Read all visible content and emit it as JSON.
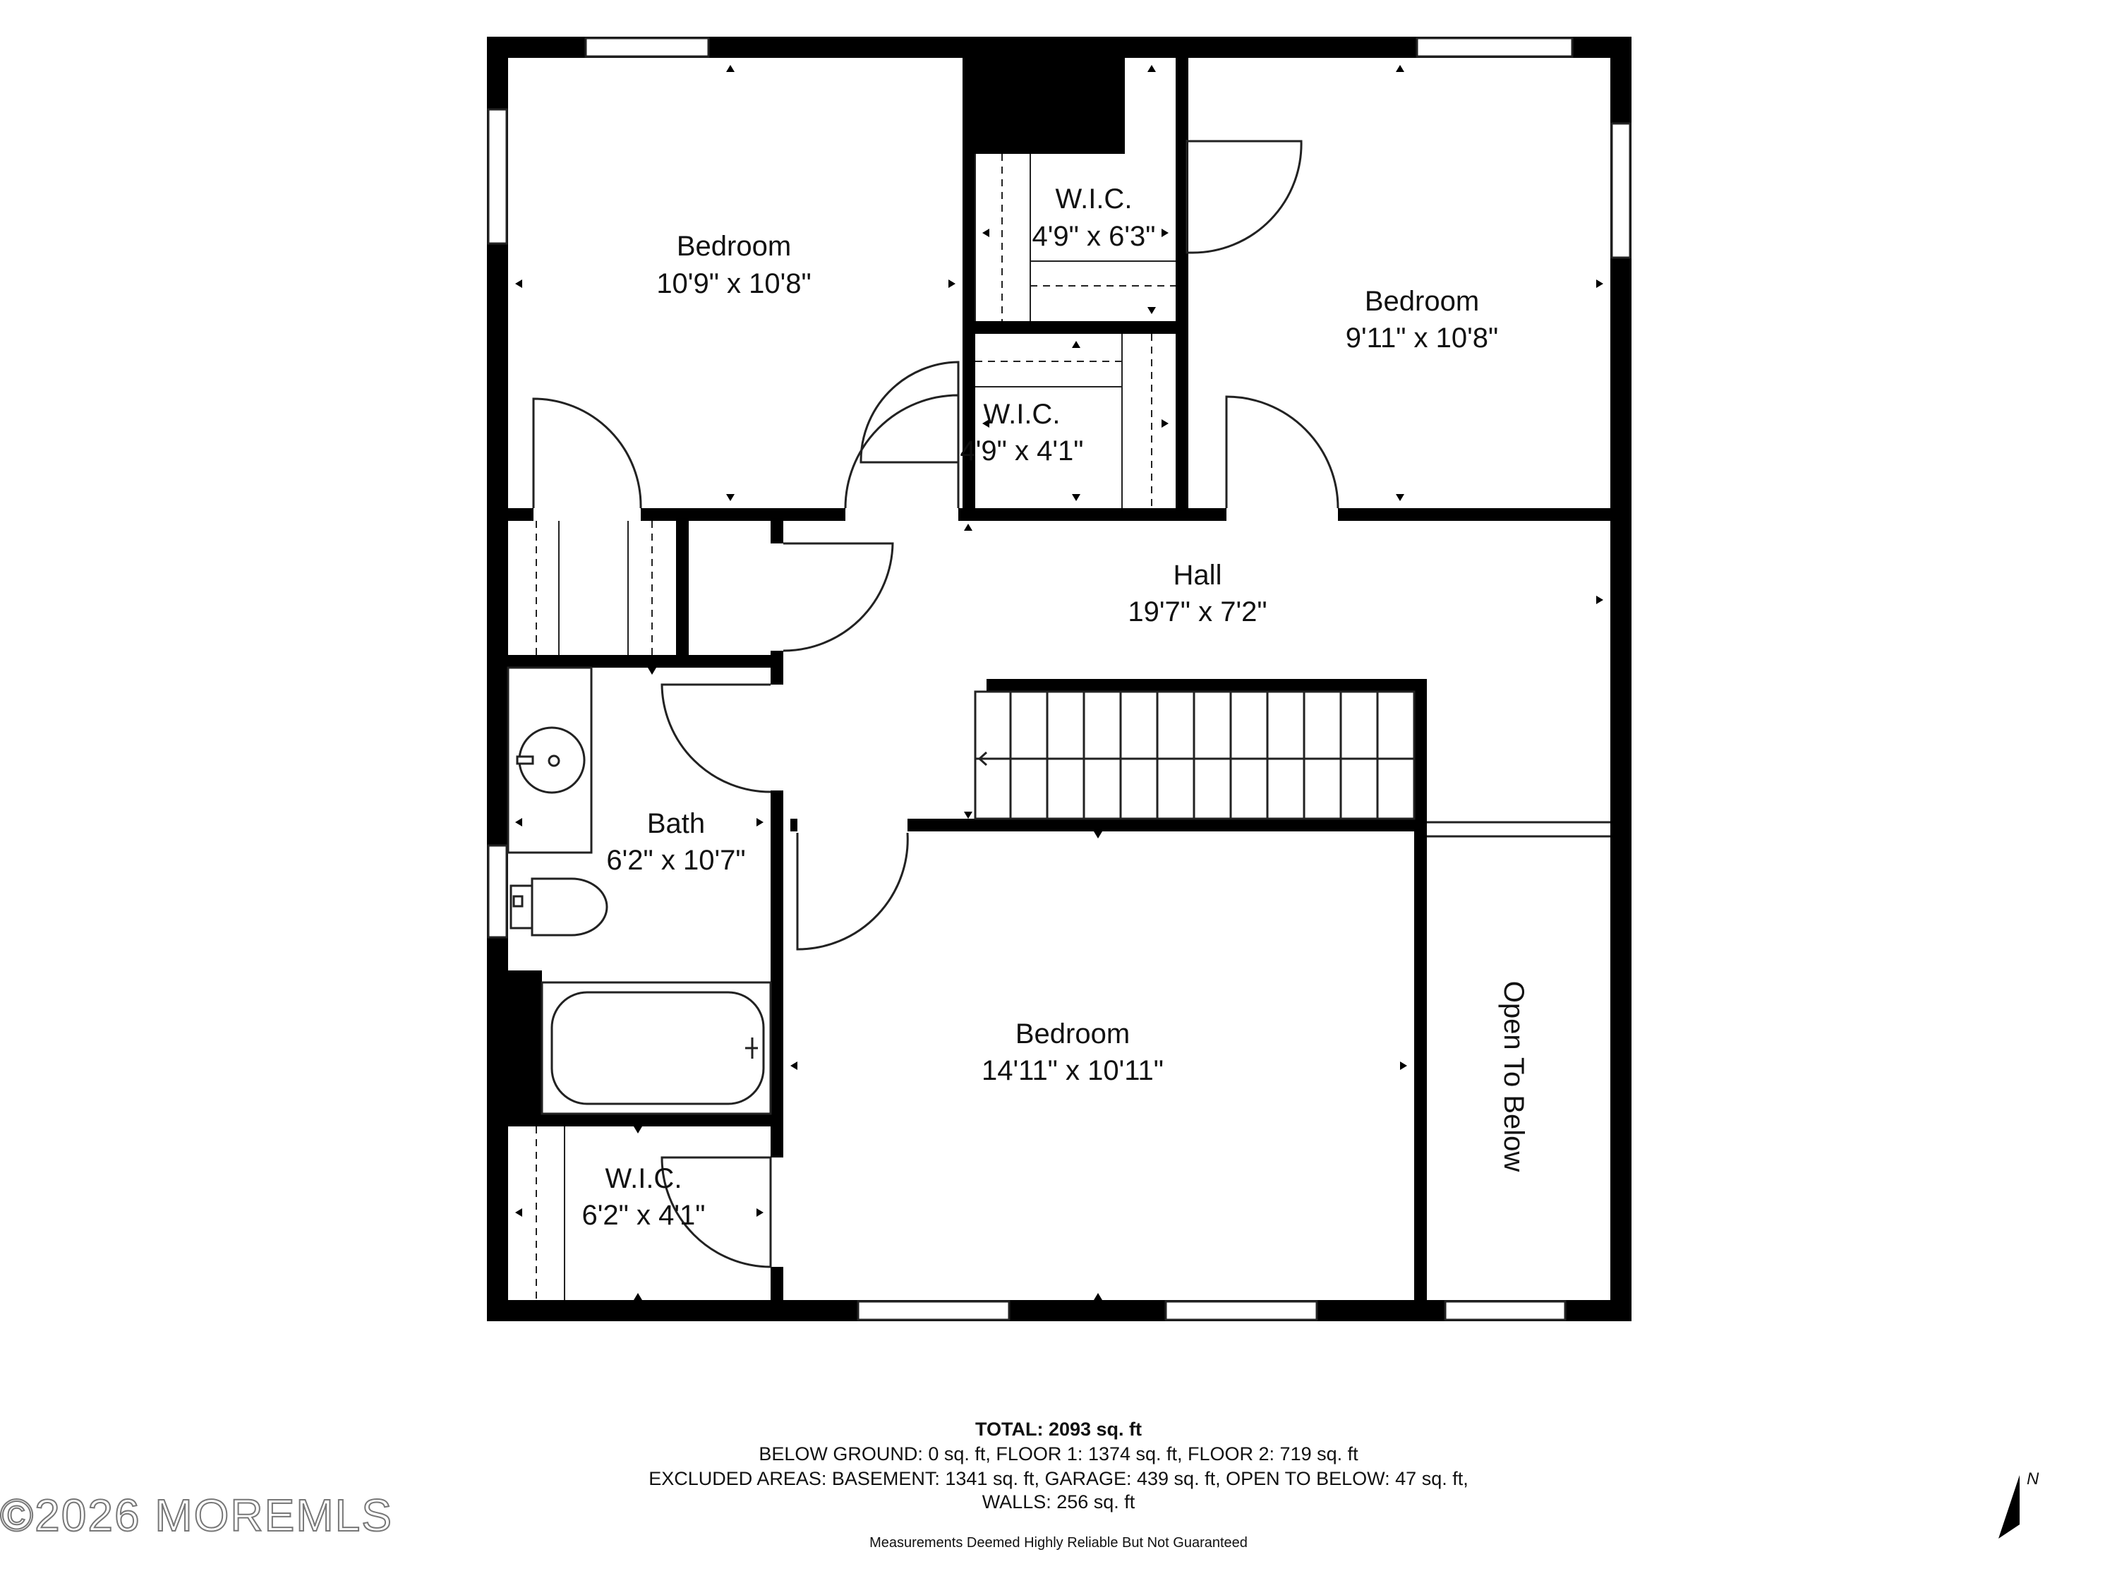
{
  "rooms": {
    "bedroom_nw": {
      "name": "Bedroom",
      "dim": "10'9\" x 10'8\""
    },
    "wic_upper": {
      "name": "W.I.C.",
      "dim": "4'9\" x 6'3\""
    },
    "bedroom_ne": {
      "name": "Bedroom",
      "dim": "9'11\" x 10'8\""
    },
    "wic_middle": {
      "name": "W.I.C.",
      "dim": "4'9\" x 4'1\""
    },
    "hall": {
      "name": "Hall",
      "dim": "19'7\" x 7'2\""
    },
    "bath": {
      "name": "Bath",
      "dim": "6'2\" x 10'7\""
    },
    "bedroom_main": {
      "name": "Bedroom",
      "dim": "14'11\" x 10'11\""
    },
    "wic_lower": {
      "name": "W.I.C.",
      "dim": "6'2\" x 4'1\""
    },
    "open_to_below": {
      "name": "Open To Below"
    }
  },
  "summary": {
    "total": "TOTAL: 2093 sq. ft",
    "floors": "BELOW GROUND: 0 sq. ft, FLOOR 1: 1374 sq. ft, FLOOR 2: 719 sq. ft",
    "excluded": "EXCLUDED AREAS: BASEMENT: 1341 sq. ft, GARAGE: 439 sq. ft, OPEN TO BELOW: 47 sq. ft,",
    "walls": "WALLS: 256 sq. ft",
    "note": "Measurements Deemed Highly Reliable But Not Guaranteed"
  },
  "watermark": "©2026 MOREMLS",
  "compass": {
    "label": "N",
    "icon": "north-arrow-icon"
  },
  "colors": {
    "wall": "#000000",
    "background": "#ffffff",
    "line": "#222222"
  }
}
